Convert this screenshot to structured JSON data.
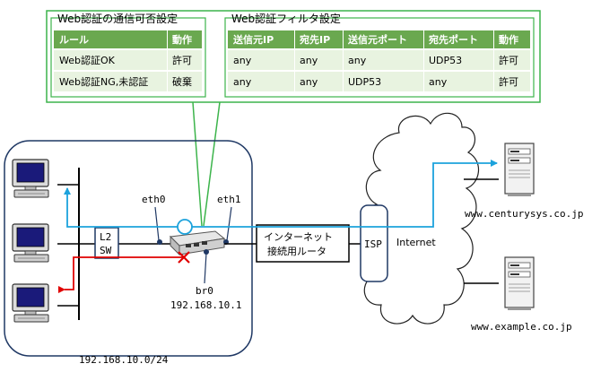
{
  "auth_table": {
    "title": "Web認証の通信可否設定",
    "headers": [
      "ルール",
      "動作"
    ],
    "rows": [
      [
        "Web認証OK",
        "許可"
      ],
      [
        "Web認証NG,未認証",
        "破棄"
      ]
    ]
  },
  "filter_table": {
    "title": "Web認証フィルタ設定",
    "headers": [
      "送信元IP",
      "宛先IP",
      "送信元ポート",
      "宛先ポート",
      "動作"
    ],
    "rows": [
      [
        "any",
        "any",
        "any",
        "UDP53",
        "許可"
      ],
      [
        "any",
        "any",
        "UDP53",
        "any",
        "許可"
      ]
    ]
  },
  "network": {
    "lan_subnet": "192.168.10.0/24",
    "switch_label_1": "L2",
    "switch_label_2": "SW",
    "eth0": "eth0",
    "eth1": "eth1",
    "br0": "br0",
    "br0_ip": "192.168.10.1",
    "router_label_1": "インターネット",
    "router_label_2": "接続用ルータ",
    "isp": "ISP",
    "internet": "Internet",
    "server1": "www.centurysys.co.jp",
    "server2": "www.example.co.jp"
  },
  "colors": {
    "green": "#3cb44b",
    "header_green": "#6aa84f",
    "row_bg": "#e8f3e0",
    "lan_border": "#1f3864",
    "blue_flow": "#1ca2dc",
    "red_flow": "#e00000"
  }
}
